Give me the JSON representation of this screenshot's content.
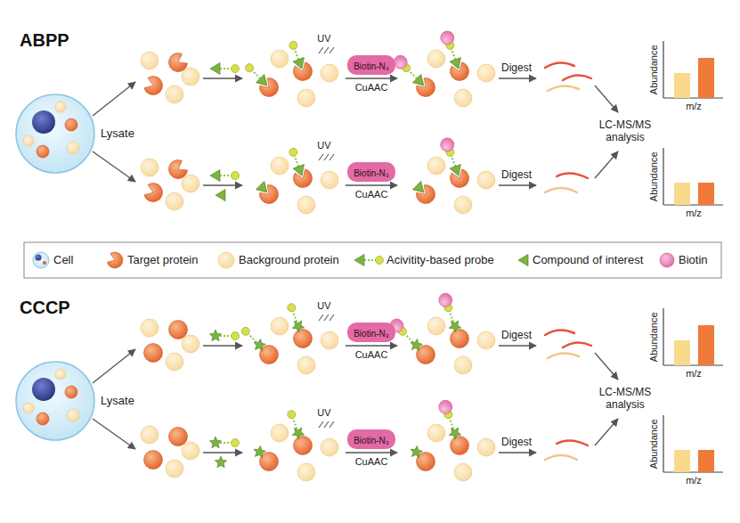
{
  "diagram": {
    "nodes": [
      {
        "text": [
          "Biotin-N₃"
        ]
      },
      {
        "text": [
          "Biotin-N₃"
        ]
      },
      {
        "text": [
          "Biotin-N₃"
        ]
      },
      {
        "text": [
          "Biotin-N₃"
        ]
      }
    ],
    "labels": [
      "ABPP",
      "Lysate",
      "UV",
      "CuAAC",
      "Digest",
      "UV",
      "CuAAC",
      "Digest",
      "LC-MS/MS analysis",
      "Abundance",
      "m/z",
      "Abundance",
      "m/z",
      "CCCP",
      "Lysate",
      "UV",
      "CuAAC",
      "Digest",
      "UV",
      "CuAAC",
      "Digest",
      "LC-MS/MS analysis",
      "Abundance",
      "m/z",
      "Abundance",
      "m/z"
    ],
    "legend": [
      {
        "text": "Cell"
      },
      {
        "text": "Target protein"
      },
      {
        "text": "Background protein"
      },
      {
        "text": "Acivitity-based probe"
      },
      {
        "text": "Compound of interest"
      },
      {
        "text": "Biotin"
      }
    ]
  }
}
